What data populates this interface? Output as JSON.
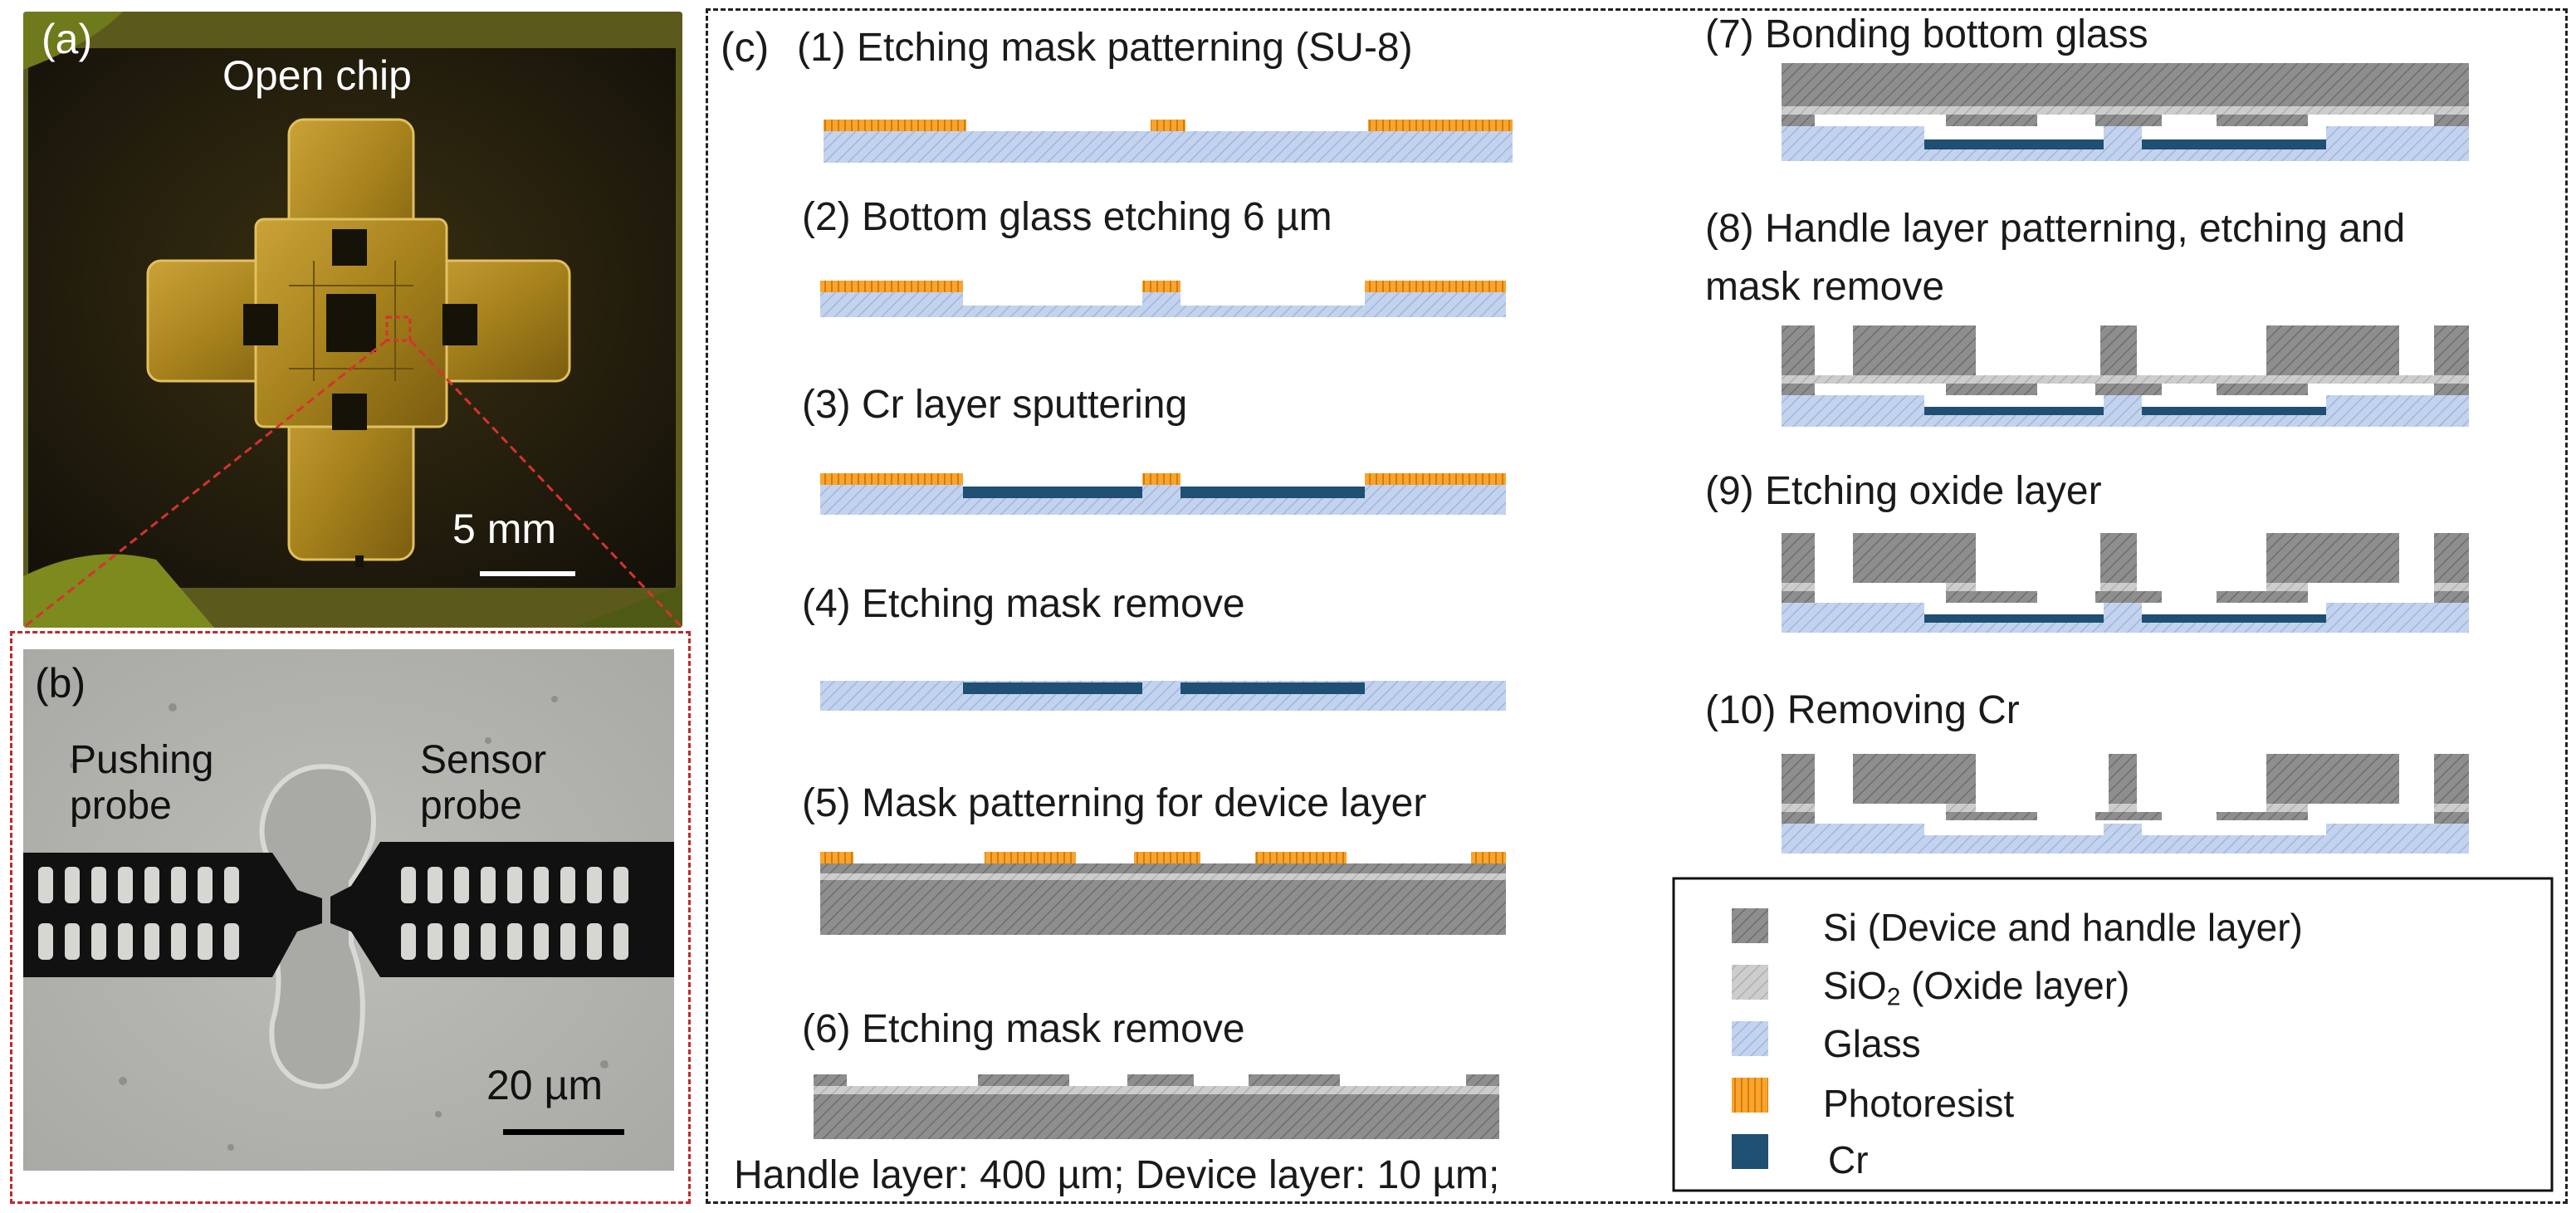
{
  "panel_a": {
    "label": "(a)",
    "title": "Open chip",
    "scale_label": "5 mm"
  },
  "panel_b": {
    "label": "(b)",
    "left_label_line1": "Pushing",
    "left_label_line2": "probe",
    "right_label_line1": "Sensor",
    "right_label_line2": "probe",
    "scale_label": "20 µm"
  },
  "panel_c": {
    "label": "(c)",
    "steps": [
      {
        "text": "(1) Etching mask patterning (SU-8)"
      },
      {
        "text": "(2) Bottom glass etching 6 µm"
      },
      {
        "text": "(3) Cr layer sputtering"
      },
      {
        "text": "(4) Etching mask remove"
      },
      {
        "text": "(5) Mask patterning for device layer"
      },
      {
        "text": "(6) Etching mask remove"
      },
      {
        "text": "(7) Bonding bottom glass"
      },
      {
        "text": "(8) Handle layer patterning, etching and",
        "text2": "mask remove"
      },
      {
        "text": "(9) Etching oxide layer"
      },
      {
        "text": "(10) Removing Cr"
      }
    ],
    "footnote": "Handle layer: 400 µm; Device layer: 10 µm;",
    "legend": [
      {
        "label": "Si (Device and handle layer)",
        "swatch": "si"
      },
      {
        "label_main": "SiO",
        "label_sub": "2",
        "label_rest": " (Oxide layer)",
        "swatch": "sio2"
      },
      {
        "label": "Glass",
        "swatch": "glass"
      },
      {
        "label": "Photoresist",
        "swatch": "photoresist"
      },
      {
        "label": "Cr",
        "swatch": "cr"
      }
    ]
  },
  "colors": {
    "si": "#8c8c8c",
    "sio2": "#c4c4c4",
    "glass": "#b7c9e8",
    "photoresist": "#f59a1c",
    "cr": "#1f4f73",
    "dash_red": "#c0282d"
  }
}
